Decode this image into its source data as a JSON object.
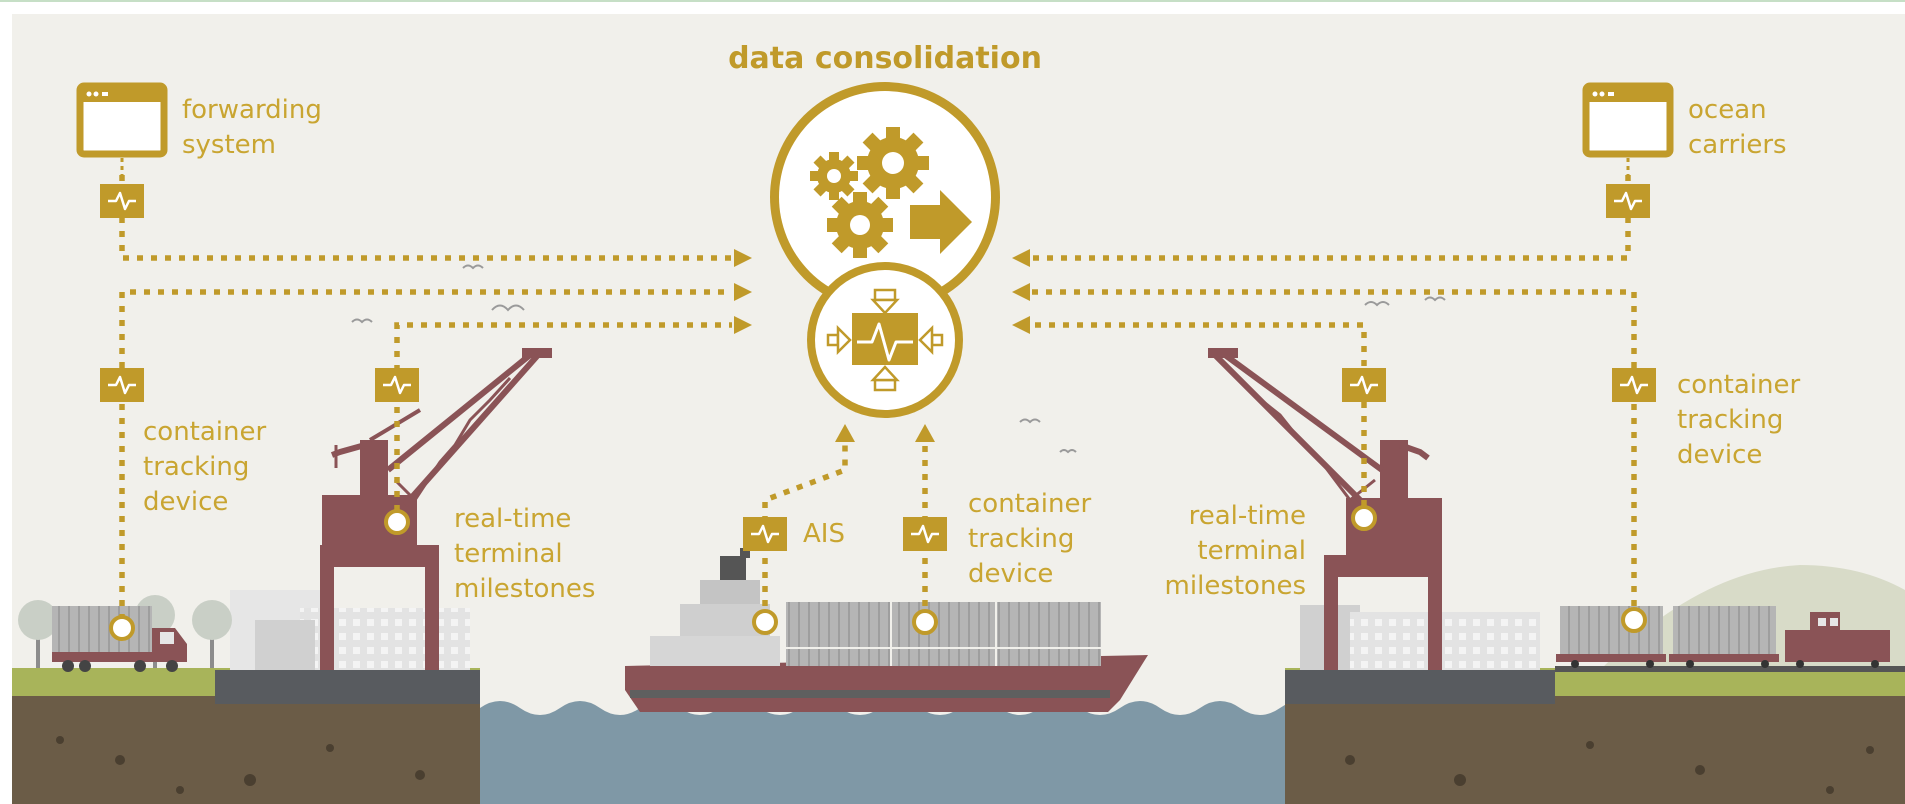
{
  "title": "data consolidation",
  "labels": {
    "forwarding_system": [
      "forwarding",
      "system"
    ],
    "ocean_carriers": [
      "ocean",
      "carriers"
    ],
    "tracking_left": [
      "container",
      "tracking",
      "device"
    ],
    "tracking_right": [
      "container",
      "tracking",
      "device"
    ],
    "tracking_ship": [
      "container",
      "tracking",
      "device"
    ],
    "realtime_left": [
      "real-time",
      "terminal",
      "milestones"
    ],
    "realtime_right": [
      "real-time",
      "terminal",
      "milestones"
    ],
    "ais": "AIS"
  },
  "colors": {
    "gold": "#c09a2a",
    "gold_light": "#c9a531",
    "crane": "#8a5356",
    "sky": "#f1f0eb",
    "water": "#7f98a6",
    "soil": "#6b5c47",
    "grass": "#a8b45a"
  },
  "icons": [
    "browser-window-icon",
    "signal-chip-icon",
    "gears-icon",
    "arrow-right-icon",
    "consolidate-signal-icon"
  ]
}
